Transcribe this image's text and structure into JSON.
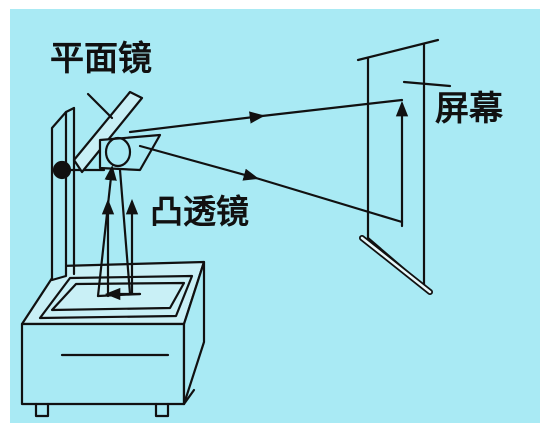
{
  "labels": {
    "plane_mirror": "平面镜",
    "convex_lens": "凸透镜",
    "screen": "屏幕"
  },
  "colors": {
    "background": "#a9eaf4",
    "line": "#111111"
  }
}
